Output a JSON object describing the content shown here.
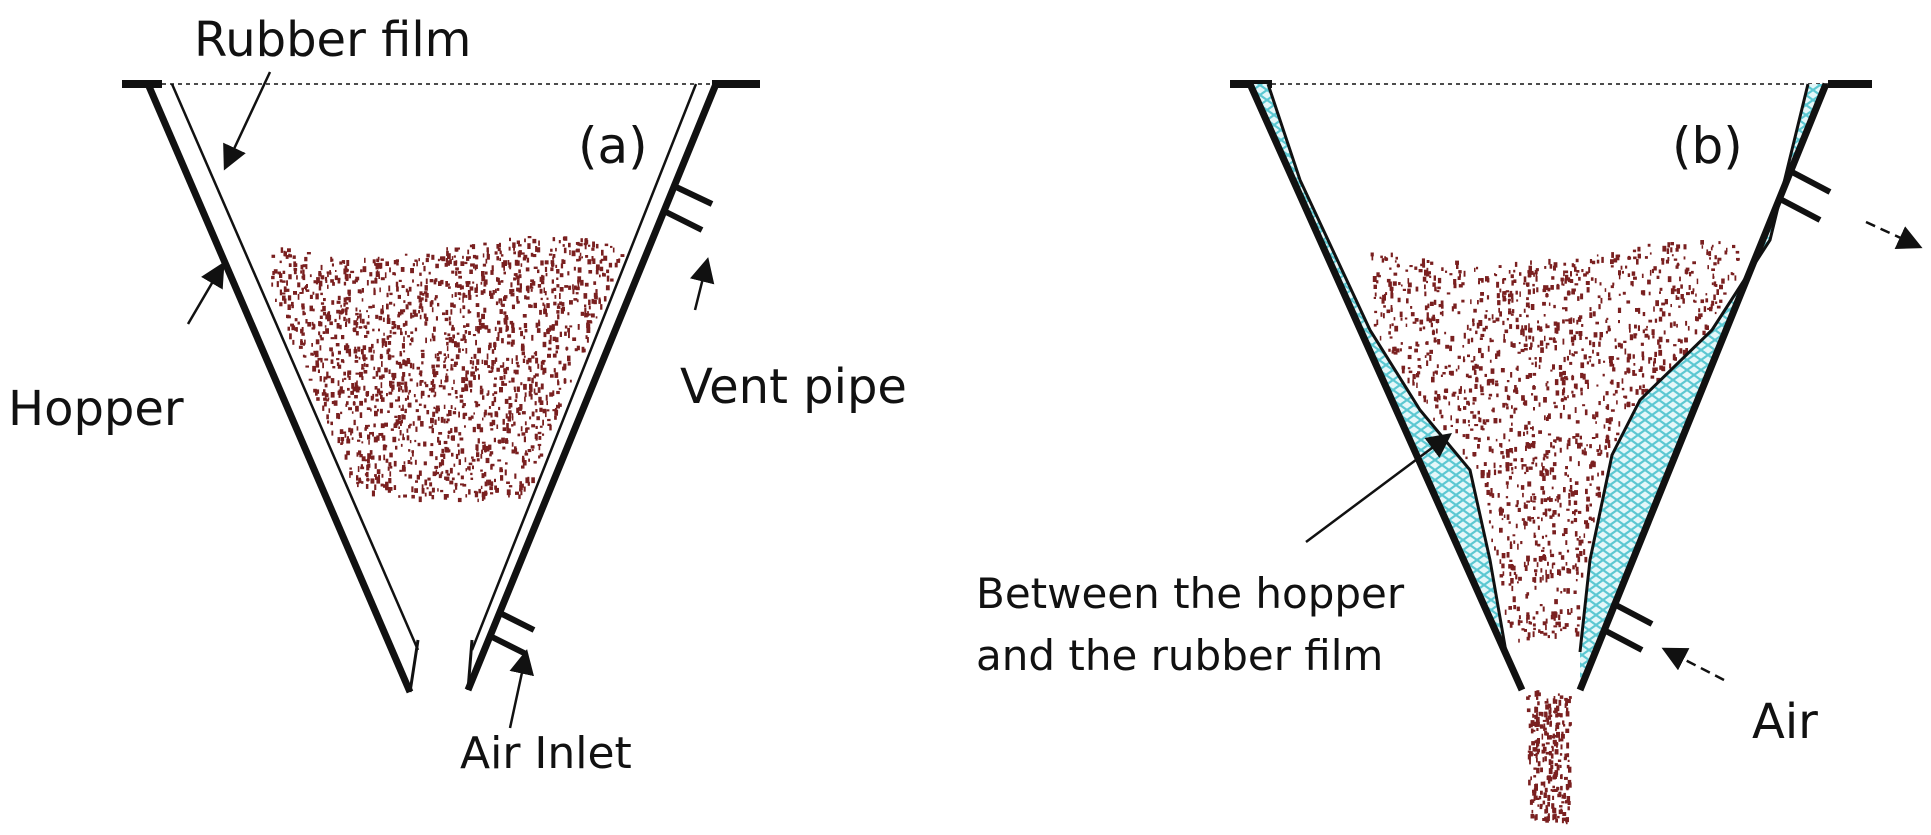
{
  "colors": {
    "outline": "#111111",
    "particles": "#7a2020",
    "air": "#5cc8d2",
    "background": "#ffffff"
  },
  "diagram_a": {
    "panel_label": "(a)",
    "labels": {
      "rubber_film": "Rubber film",
      "hopper": "Hopper",
      "vent_pipe": "Vent pipe",
      "air_inlet": "Air Inlet"
    }
  },
  "diagram_b": {
    "panel_label": "(b)",
    "labels": {
      "between": [
        "Between the hopper",
        "and the  rubber film"
      ],
      "air": "Air"
    }
  }
}
